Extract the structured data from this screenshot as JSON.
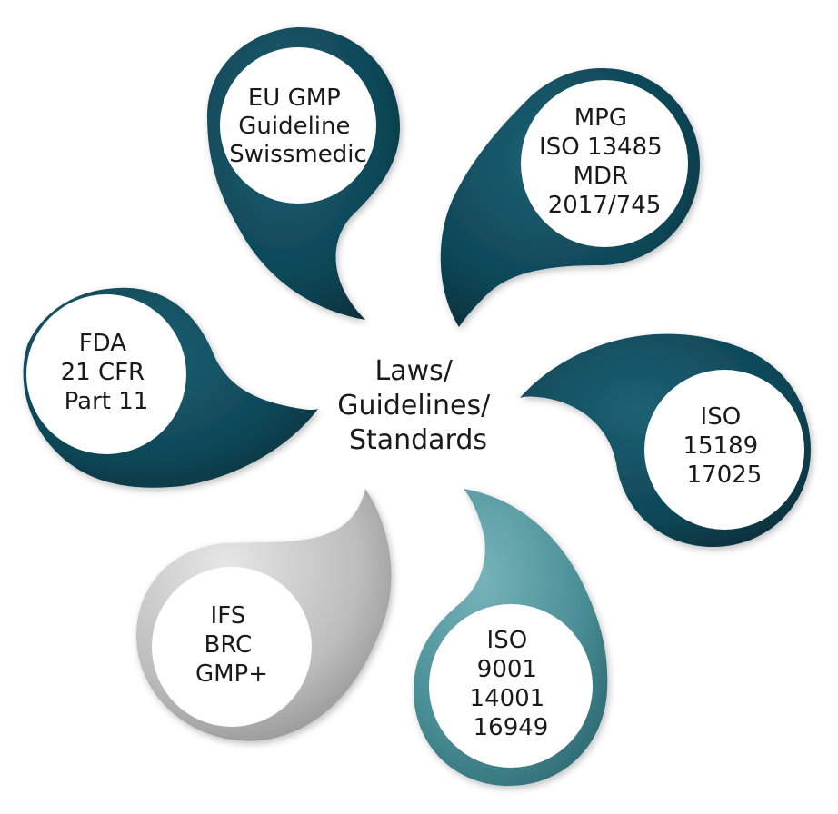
{
  "center": {
    "lines": [
      "Laws/",
      "Guidelines/",
      "Standards"
    ]
  },
  "colors": {
    "dark_teal": "#0e4656",
    "mid_teal": "#4a8f97",
    "grey": "#bdbdbd",
    "circle_fill": "#ffffff",
    "text": "#1a1a1a"
  },
  "petals": [
    {
      "id": "eu-gmp",
      "lines": [
        "EU GMP",
        "Guideline",
        "Swissmedic"
      ],
      "color": "#0e4656"
    },
    {
      "id": "mpg",
      "lines": [
        "MPG",
        "ISO 13485",
        "MDR",
        "2017/745"
      ],
      "color": "#0e4656"
    },
    {
      "id": "iso-15189",
      "lines": [
        "ISO",
        "15189",
        "17025"
      ],
      "color": "#0e4656"
    },
    {
      "id": "iso-9001",
      "lines": [
        "ISO",
        "9001",
        "14001",
        "16949"
      ],
      "color": "#4a8f97"
    },
    {
      "id": "ifs",
      "lines": [
        "IFS",
        "BRC",
        "GMP+"
      ],
      "color": "#bdbdbd"
    },
    {
      "id": "fda",
      "lines": [
        "FDA",
        "21 CFR",
        "Part 11"
      ],
      "color": "#0e4656"
    }
  ]
}
